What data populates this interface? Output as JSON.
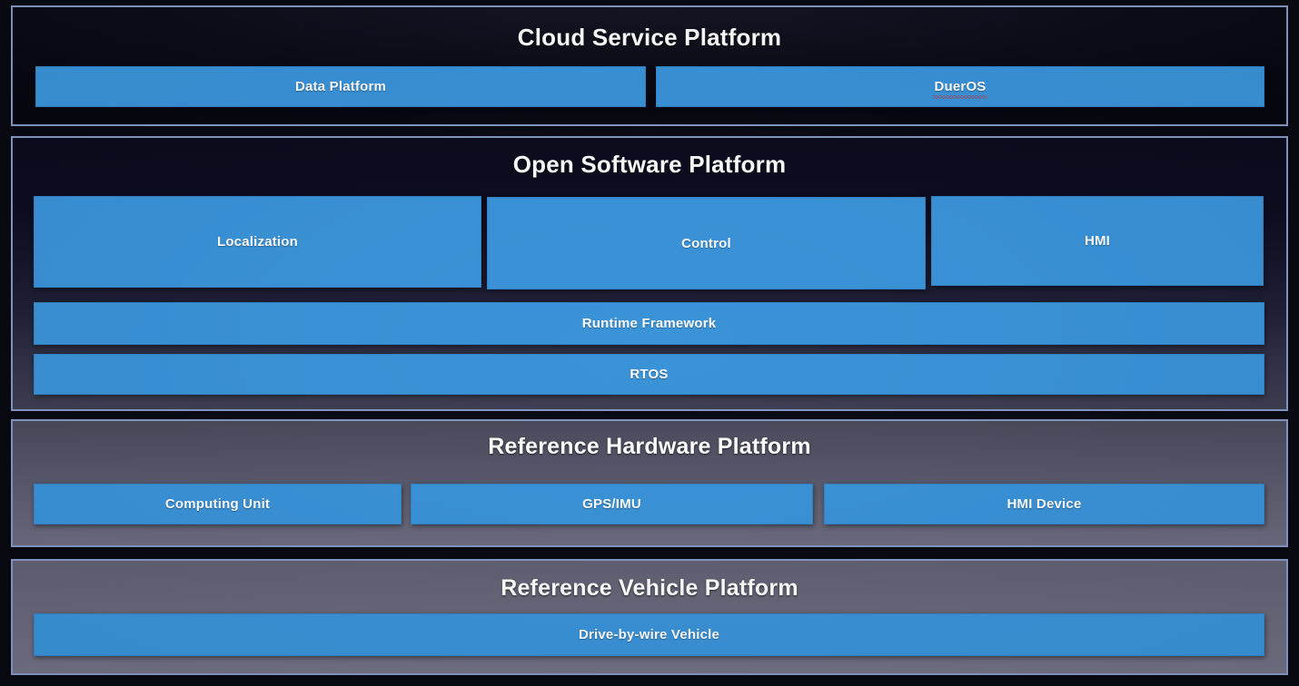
{
  "slide": {
    "background_color": "#06060f",
    "accent_blue": "#3791d7",
    "panel_border_color": "#8296c4",
    "title_color": "#ffffff"
  },
  "layers": [
    {
      "id": "cloud",
      "title": "Cloud Service Platform",
      "boxes": [
        {
          "id": "data-platform",
          "label": "Data Platform",
          "spellcheck_flagged": false
        },
        {
          "id": "dueros",
          "label": "DuerOS",
          "spellcheck_flagged": true
        }
      ]
    },
    {
      "id": "software",
      "title": "Open Software Platform",
      "boxes": [
        {
          "id": "localization",
          "label": "Localization",
          "spellcheck_flagged": false
        },
        {
          "id": "control",
          "label": "Control",
          "spellcheck_flagged": false
        },
        {
          "id": "hmi",
          "label": "HMI",
          "spellcheck_flagged": false
        },
        {
          "id": "runtime-framework",
          "label": "Runtime Framework",
          "spellcheck_flagged": false
        },
        {
          "id": "rtos",
          "label": "RTOS",
          "spellcheck_flagged": false
        }
      ]
    },
    {
      "id": "hardware",
      "title": "Reference Hardware Platform",
      "boxes": [
        {
          "id": "computing-unit",
          "label": "Computing Unit",
          "spellcheck_flagged": false
        },
        {
          "id": "gps-imu",
          "label": "GPS/IMU",
          "spellcheck_flagged": false
        },
        {
          "id": "hmi-device",
          "label": "HMI Device",
          "spellcheck_flagged": false
        }
      ]
    },
    {
      "id": "vehicle",
      "title": "Reference Vehicle Platform",
      "boxes": [
        {
          "id": "drive-by-wire",
          "label": "Drive-by-wire Vehicle",
          "spellcheck_flagged": false
        }
      ]
    }
  ]
}
